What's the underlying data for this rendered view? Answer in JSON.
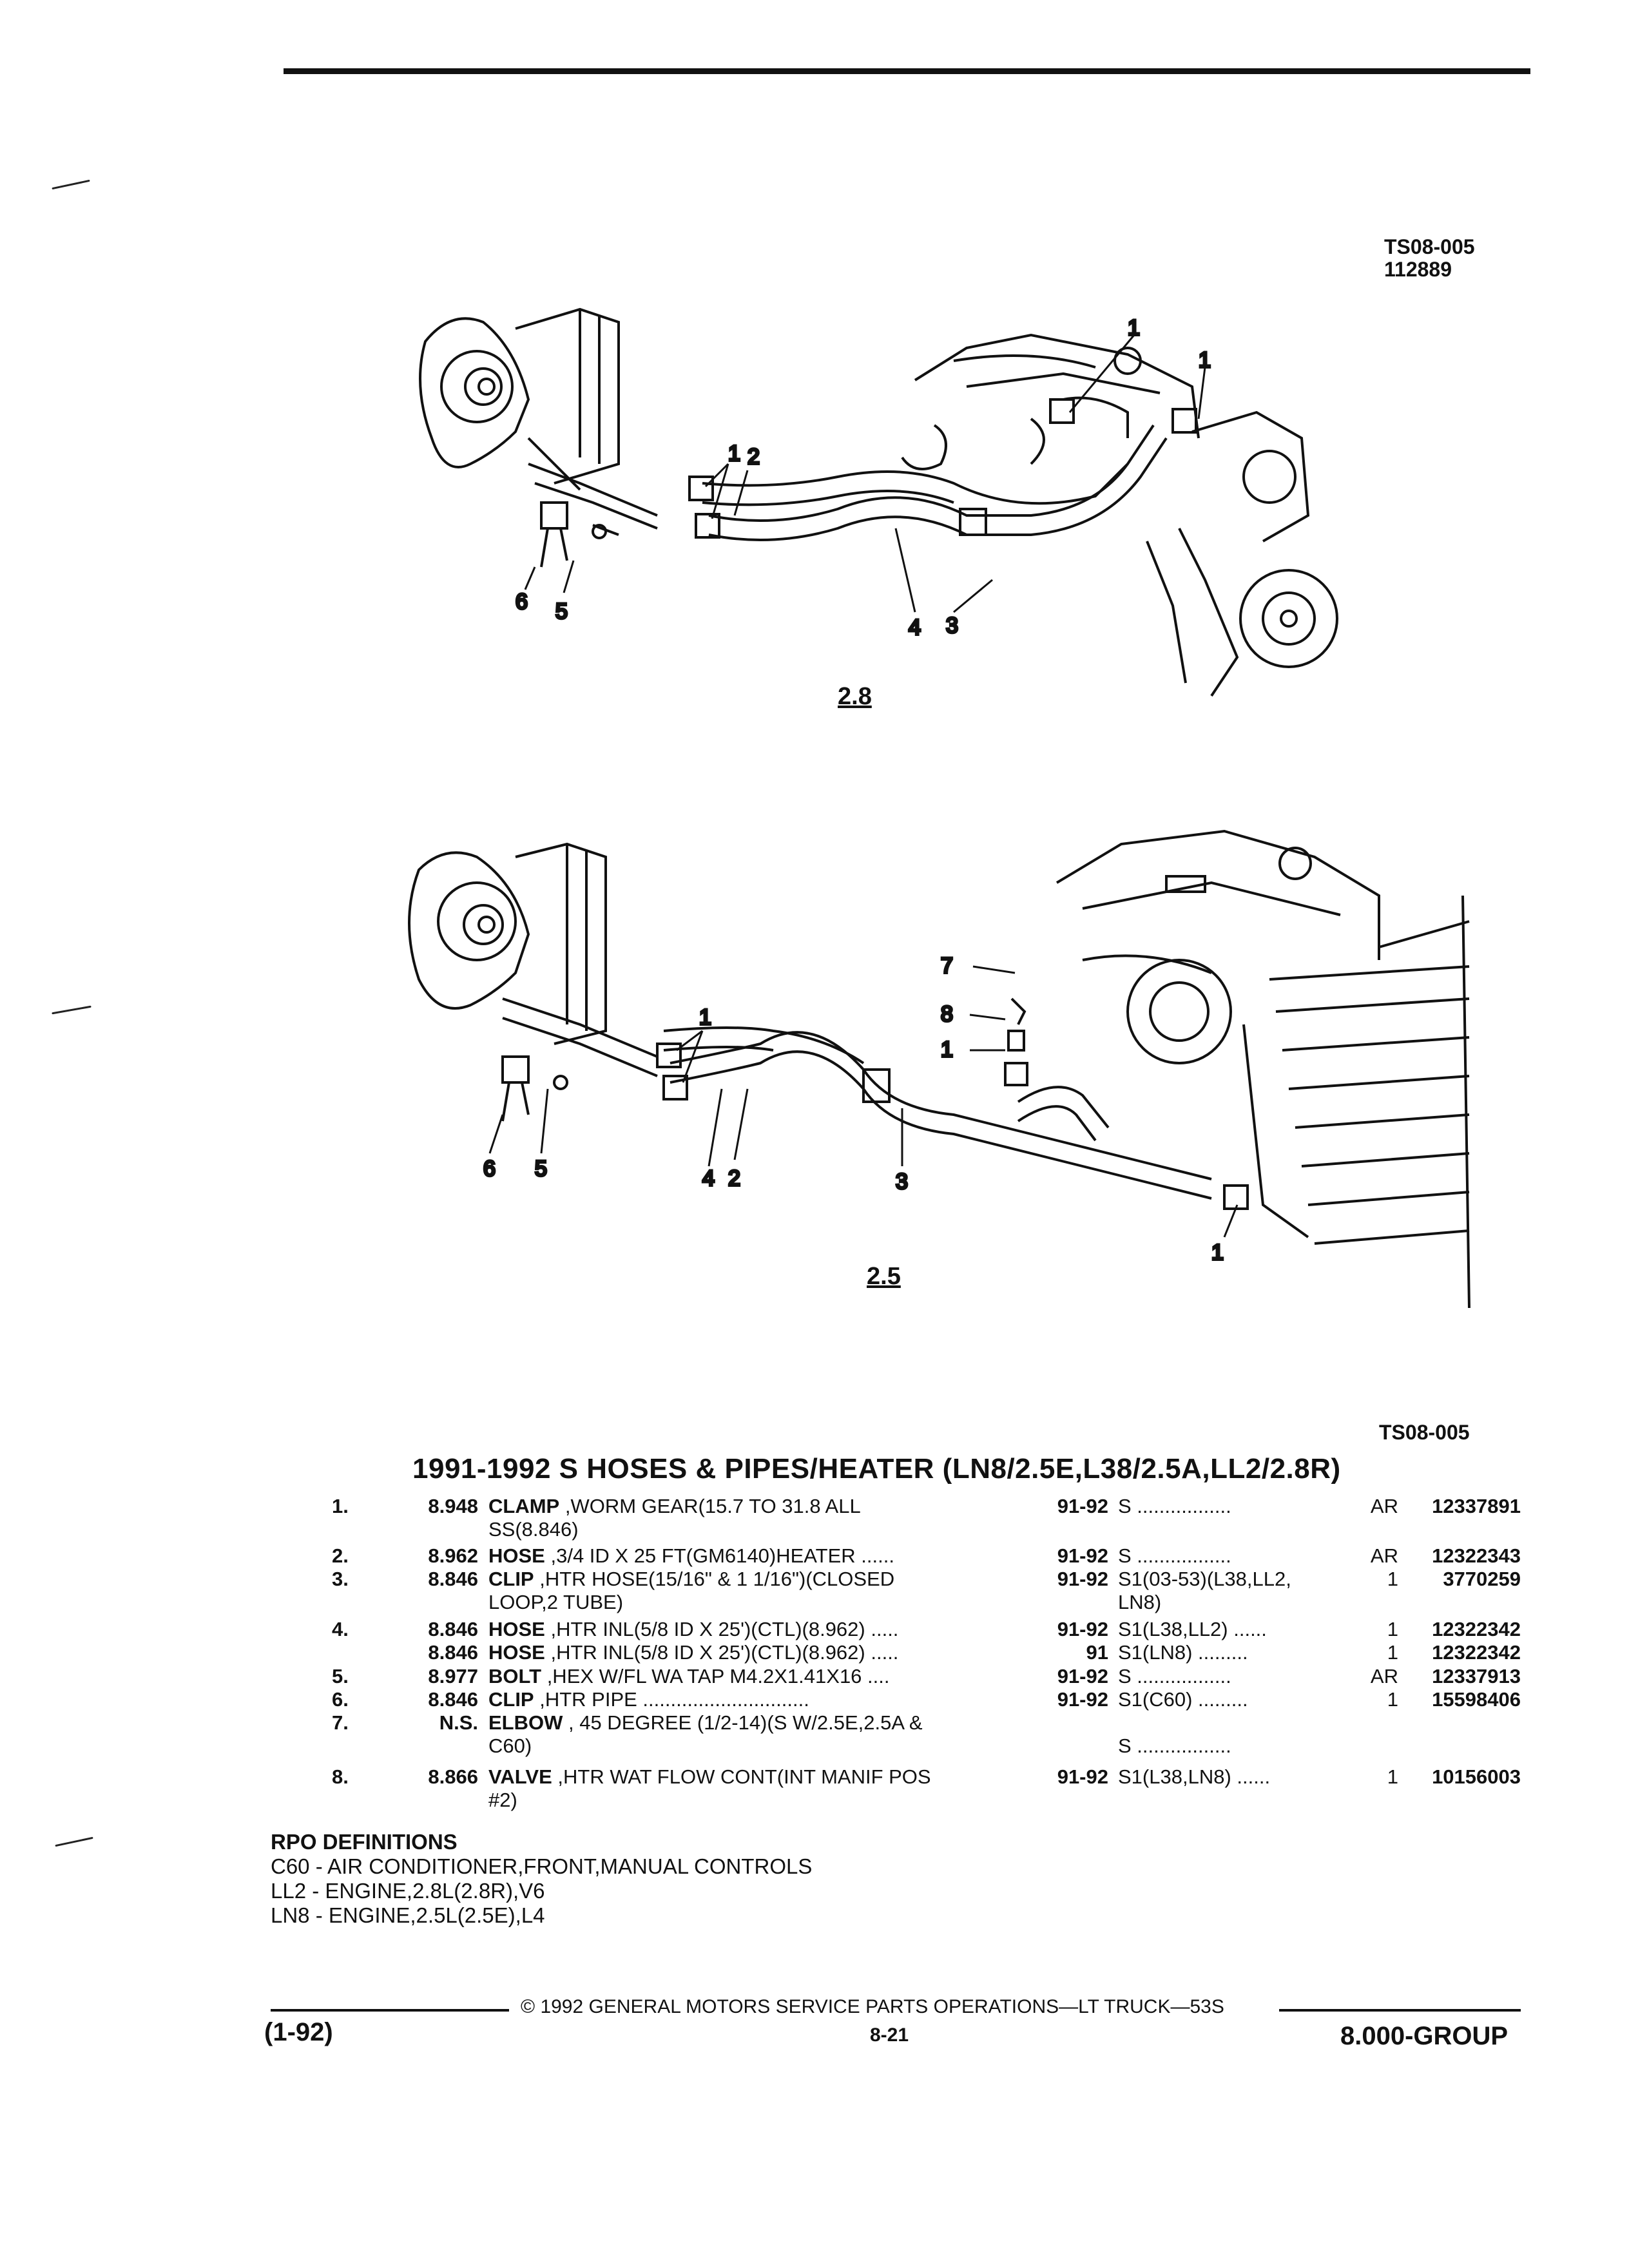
{
  "figure": {
    "code": "TS08-005",
    "date_code": "112889",
    "upper_caption": "2.8",
    "lower_caption": "2.5",
    "upper_callouts": [
      "1",
      "2",
      "1",
      "1",
      "6",
      "5",
      "4",
      "3"
    ],
    "lower_callouts": [
      "7",
      "8",
      "1",
      "1",
      "6",
      "5",
      "4",
      "2",
      "3",
      "1"
    ]
  },
  "table": {
    "code": "TS08-005",
    "title": "1991-1992 S HOSES & PIPES/HEATER (LN8/2.5E,L38/2.5A,LL2/2.8R)",
    "rows": [
      {
        "item": "1.",
        "ref": "8.948",
        "name": "CLAMP",
        "desc": " ,WORM GEAR(15.7 TO 31.8 ALL",
        "desc2": "SS(8.846)",
        "year": "91-92",
        "usage": "S .................",
        "usage2": "",
        "qty": "AR",
        "part": "12337891"
      },
      {
        "item": "2.",
        "ref": "8.962",
        "name": "HOSE",
        "desc": " ,3/4 ID X 25 FT(GM6140)HEATER ......",
        "desc2": "",
        "year": "91-92",
        "usage": "S .................",
        "usage2": "",
        "qty": "AR",
        "part": "12322343"
      },
      {
        "item": "3.",
        "ref": "8.846",
        "name": "CLIP",
        "desc": " ,HTR HOSE(15/16\" & 1 1/16\")(CLOSED",
        "desc2": "LOOP,2 TUBE)",
        "year": "91-92",
        "usage": "S1(03-53)(L38,LL2,",
        "usage2": "LN8)",
        "qty": "1",
        "part": "3770259"
      },
      {
        "item": "4.",
        "ref": "8.846",
        "name": "HOSE",
        "desc": " ,HTR INL(5/8 ID X 25')(CTL)(8.962) .....",
        "desc2": "",
        "year": "91-92",
        "usage": "S1(L38,LL2) ......",
        "usage2": "",
        "qty": "1",
        "part": "12322342"
      },
      {
        "item": "",
        "ref": "8.846",
        "name": "HOSE",
        "desc": " ,HTR INL(5/8 ID X 25')(CTL)(8.962) .....",
        "desc2": "",
        "year": "91",
        "usage": "S1(LN8) .........",
        "usage2": "",
        "qty": "1",
        "part": "12322342"
      },
      {
        "item": "5.",
        "ref": "8.977",
        "name": "BOLT",
        "desc": " ,HEX W/FL WA TAP M4.2X1.41X16 ....",
        "desc2": "",
        "year": "91-92",
        "usage": "S .................",
        "usage2": "",
        "qty": "AR",
        "part": "12337913"
      },
      {
        "item": "6.",
        "ref": "8.846",
        "name": "CLIP",
        "desc": " ,HTR PIPE ..............................",
        "desc2": "",
        "year": "91-92",
        "usage": "S1(C60) .........",
        "usage2": "",
        "qty": "1",
        "part": "15598406"
      },
      {
        "item": "7.",
        "ref": "N.S.",
        "name": "ELBOW",
        "desc": " , 45 DEGREE (1/2-14)(S W/2.5E,2.5A &",
        "desc2": "C60)",
        "year": "",
        "usage": "S .................",
        "usage2": "",
        "qty": "",
        "part": ""
      },
      {
        "item": "8.",
        "ref": "8.866",
        "name": "VALVE",
        "desc": " ,HTR WAT FLOW CONT(INT MANIF POS",
        "desc2": "#2)",
        "year": "91-92",
        "usage": "S1(L38,LN8) ......",
        "usage2": "",
        "qty": "1",
        "part": "10156003"
      }
    ]
  },
  "rpo": {
    "heading": "RPO DEFINITIONS",
    "lines": [
      "C60 - AIR CONDITIONER,FRONT,MANUAL CONTROLS",
      "LL2 - ENGINE,2.8L(2.8R),V6",
      "LN8 - ENGINE,2.5L(2.5E),L4"
    ]
  },
  "footer": {
    "left": "(1-92)",
    "center": "© 1992 GENERAL MOTORS SERVICE PARTS OPERATIONS—LT TRUCK—53S",
    "page": "8-21",
    "right": "8.000-GROUP"
  }
}
